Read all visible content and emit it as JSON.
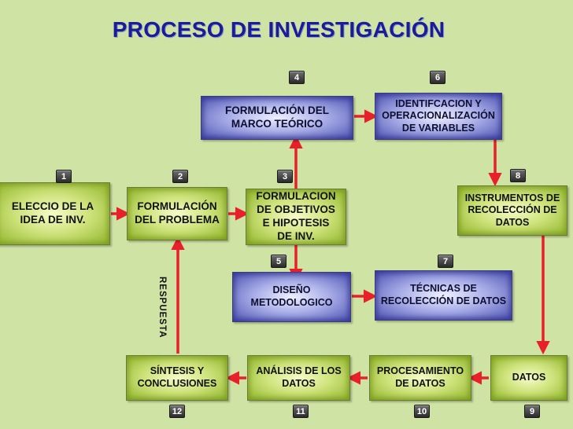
{
  "title": "PROCESO DE INVESTIGACIÓN",
  "side_label": "RESPUESTA",
  "steps": [
    {
      "number": "1",
      "label": "ELECCIO DE LA\nIDEA  DE  INV."
    },
    {
      "number": "2",
      "label": "FORMULACIÓN\nDEL PROBLEMA"
    },
    {
      "number": "3",
      "label": "FORMULACION\nDE OBJETIVOS\nE HIPOTESIS\nDE INV."
    },
    {
      "number": "4",
      "label": "FORMULACIÓN DEL\nMARCO TEÓRICO"
    },
    {
      "number": "5",
      "label": "DISEÑO\nMETODOLOGICO"
    },
    {
      "number": "6",
      "label": "IDENTIFCACION Y\nOPERACIONALIZACIÓN\nDE VARIABLES"
    },
    {
      "number": "7",
      "label": "TÉCNICAS DE\nRECOLECCIÓN DE DATOS"
    },
    {
      "number": "8",
      "label": "INSTRUMENTOS DE\nRECOLECCIÓN DE\nDATOS"
    },
    {
      "number": "9",
      "label": "DATOS"
    },
    {
      "number": "10",
      "label": "PROCESAMIENTO\nDE DATOS"
    },
    {
      "number": "11",
      "label": "ANÁLISIS DE LOS\nDATOS"
    },
    {
      "number": "12",
      "label": "SÍNTESIS Y\nCONCLUSIONES"
    }
  ],
  "colors": {
    "arrow": "#e8202a",
    "title": "#1b1b9c"
  }
}
